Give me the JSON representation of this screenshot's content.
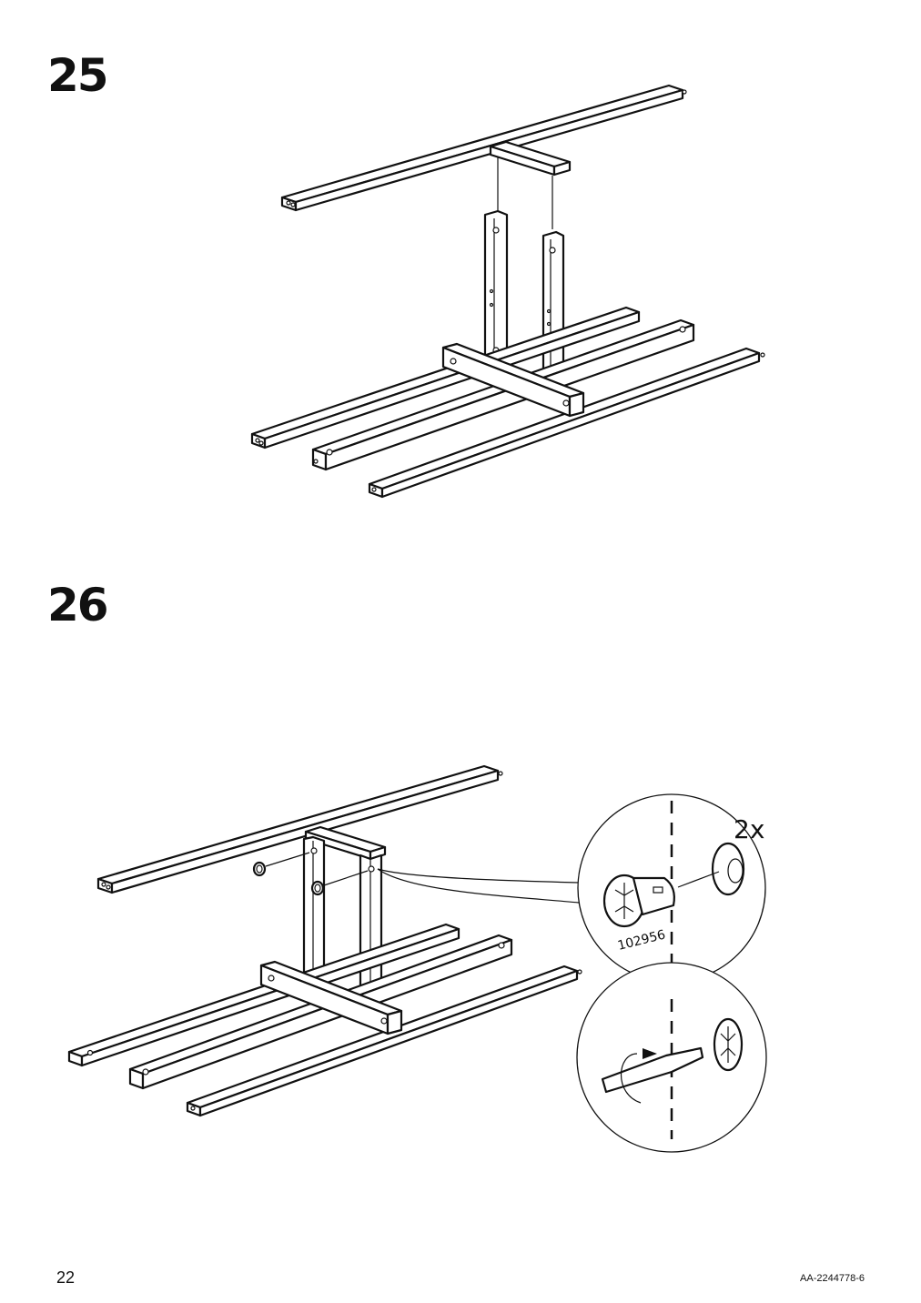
{
  "steps": [
    {
      "number": "25"
    },
    {
      "number": "26"
    }
  ],
  "step26": {
    "quantity_label": "2x",
    "part_number": "102956"
  },
  "footer": {
    "page_number": "22",
    "document_id": "AA-2244778-6"
  },
  "icons": [
    "cam-lock-fitting-icon",
    "screwdriver-icon",
    "rotation-arrow-icon"
  ]
}
